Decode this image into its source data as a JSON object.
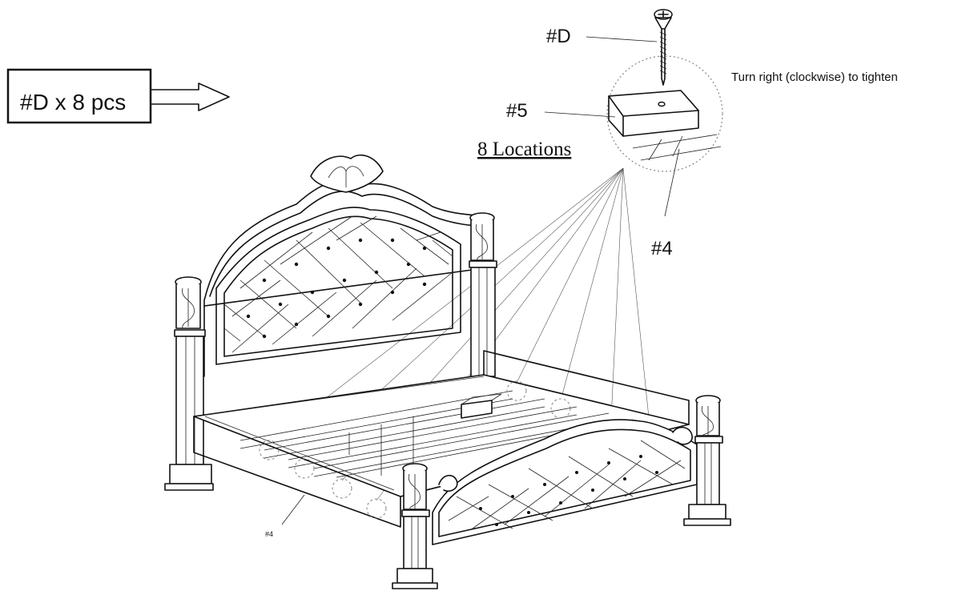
{
  "callout": {
    "qty_label": "#D x 8 pcs"
  },
  "labels": {
    "screw": "#D",
    "slat": "#5",
    "locations": "8 Locations",
    "rail_detail": "#4",
    "rail_small": "#4",
    "instruction": "Turn right (clockwise) to tighten"
  },
  "icons": [
    "screw-icon",
    "block-arrow-icon",
    "bed-frame-illustration",
    "zoom-detail-circle"
  ],
  "colors": {
    "ink": "#111111",
    "background": "#ffffff"
  }
}
